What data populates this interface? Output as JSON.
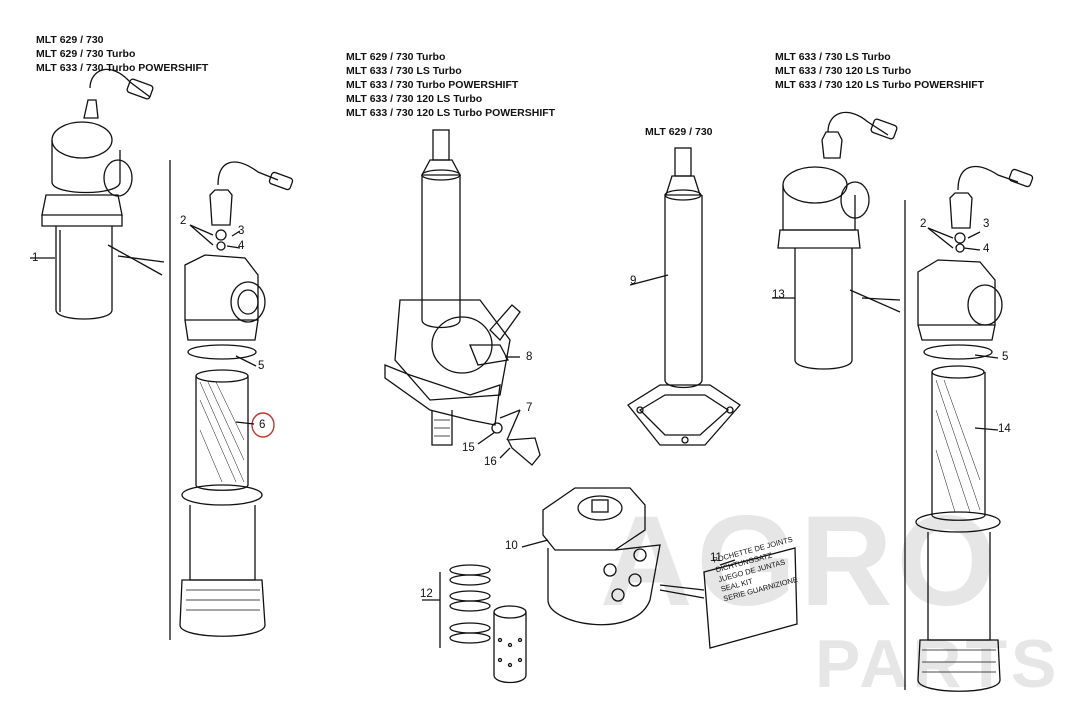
{
  "titles": {
    "group_left": [
      "MLT 629 / 730",
      "MLT 629 / 730 Turbo",
      "MLT 633 / 730 Turbo POWERSHIFT"
    ],
    "group_center": [
      "MLT 629 / 730 Turbo",
      "MLT 633 / 730 LS Turbo",
      "MLT 633 / 730 Turbo POWERSHIFT",
      "MLT 633 / 730 120 LS Turbo",
      "MLT 633 / 730 120 LS Turbo POWERSHIFT"
    ],
    "group_mid": [
      "MLT 629 / 730"
    ],
    "group_right": [
      "MLT 633 / 730 LS Turbo",
      "MLT 633 / 730 120 LS Turbo",
      "MLT 633 / 730 120 LS Turbo POWERSHIFT"
    ]
  },
  "callouts": {
    "c1": "1",
    "c2a": "2",
    "c3a": "3",
    "c4a": "4",
    "c5a": "5",
    "c6": "6",
    "c7": "7",
    "c8": "8",
    "c9": "9",
    "c10": "10",
    "c11": "11",
    "c12": "12",
    "c13": "13",
    "c2b": "2",
    "c3b": "3",
    "c4b": "4",
    "c5b": "5",
    "c14": "14",
    "c15": "15",
    "c16": "16"
  },
  "seal_kit_label": [
    "POCHETTE DE JOINTS",
    "DICHTUNGSATZ",
    "JUEGO DE JUNTAS",
    "SEAL KIT",
    "SERIE GUARNIZIONE"
  ],
  "watermark": {
    "line1": "AGRO",
    "line2": "PARTS"
  },
  "colors": {
    "ink": "#111111",
    "highlight_circle": "#c0392b",
    "watermark": "#e6e6e6"
  }
}
